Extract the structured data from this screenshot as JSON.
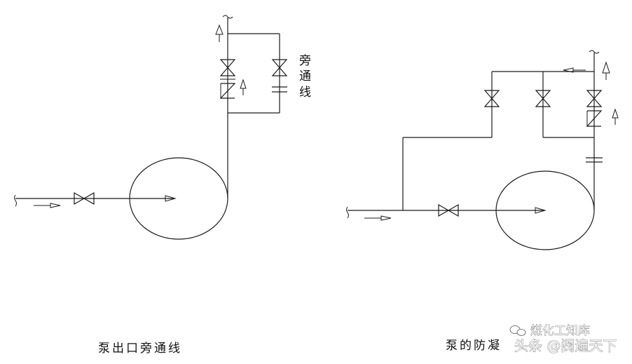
{
  "left_diagram": {
    "caption": "泵出口旁通线",
    "bypass_label": [
      "旁",
      "通",
      "线"
    ]
  },
  "right_diagram": {
    "caption": "泵的防凝"
  },
  "watermark": {
    "account": "煤化工知库",
    "source": "头条 @阀遍天下"
  },
  "colors": {
    "line": "#1a1a1a",
    "background": "#ffffff"
  }
}
